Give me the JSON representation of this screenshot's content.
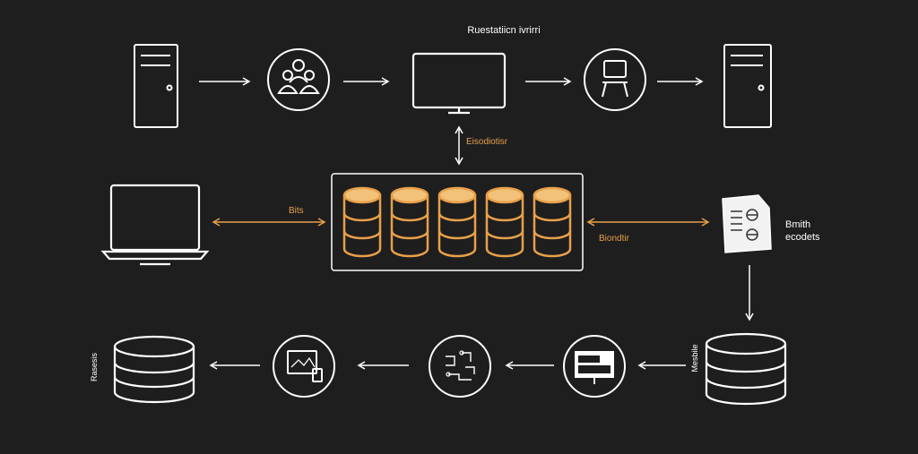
{
  "labels": {
    "title": "Ruestatiicn ivrirri",
    "vertical_link": "Eisodiotisr",
    "left_link": "Bits",
    "right_link": "Biondtir",
    "doc_line1": "Bmith",
    "doc_line2": "ecodets",
    "left_db_side": "Rasesis",
    "right_db_side": "Mesbile"
  },
  "colors": {
    "background": "#1e1e1f",
    "line": "#ffffff",
    "accent": "#e8a04a"
  },
  "icons": {
    "top_row": [
      "server-tower-icon",
      "user-group-icon",
      "monitor-icon",
      "chair-icon",
      "server-tower-icon"
    ],
    "middle_row": [
      "laptop-icon",
      "database-cluster-icon",
      "document-icon"
    ],
    "bottom_row": [
      "database-icon",
      "image-editor-icon",
      "circuit-icon",
      "display-icon",
      "database-icon"
    ]
  }
}
